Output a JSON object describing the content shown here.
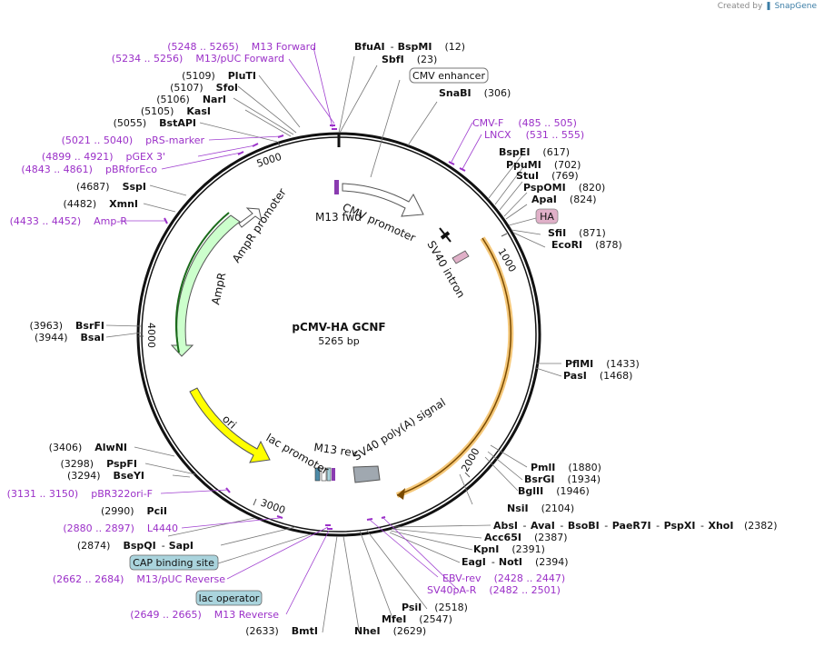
{
  "credit": {
    "prefix": "Created by",
    "brand": "SnapGene"
  },
  "plasmid": {
    "name": "pCMV-HA GCNF",
    "size": "5265 bp",
    "length": 5265
  },
  "scale_ticks": [
    "1000",
    "2000",
    "3000",
    "4000",
    "5000"
  ],
  "features": {
    "cmv_enhancer": "CMV enhancer",
    "cmv_promoter": "CMV promoter",
    "m13_fwd": "M13 fwd",
    "sv40_intron": "SV40 intron",
    "ha": "HA",
    "ampr_promoter": "AmpR promoter",
    "ampr": "AmpR",
    "ori": "ori",
    "lac_promoter": "lac promoter",
    "m13_rev": "M13 rev",
    "sv40_polya": "SV40 poly(A) signal",
    "cap_binding_site": "CAP binding site",
    "lac_operator": "lac operator"
  },
  "colors": {
    "backbone": "#111111",
    "primer": "#9b30c8",
    "ampr": "#ccffcc",
    "ori": "#ffff00",
    "orf": "#f5c87a",
    "ha": "#e0b0c8",
    "cap": "#aad4dd"
  },
  "labels": {
    "bfuai": {
      "name": "BfuAI",
      "sep": "-",
      "name2": "BspMI",
      "pos": "(12)"
    },
    "sbfi": {
      "name": "SbfI",
      "pos": "(23)"
    },
    "snabi": {
      "name": "SnaBI",
      "pos": "(306)"
    },
    "cmvf": {
      "name": "CMV-F",
      "pos": "(485 .. 505)"
    },
    "lncx": {
      "name": "LNCX",
      "pos": "(531 .. 555)"
    },
    "bspei": {
      "name": "BspEI",
      "pos": "(617)"
    },
    "ppumi": {
      "name": "PpuMI",
      "pos": "(702)"
    },
    "stui": {
      "name": "StuI",
      "pos": "(769)"
    },
    "pspomi": {
      "name": "PspOMI",
      "pos": "(820)"
    },
    "apai": {
      "name": "ApaI",
      "pos": "(824)"
    },
    "sfii": {
      "name": "SfiI",
      "pos": "(871)"
    },
    "ecori": {
      "name": "EcoRI",
      "pos": "(878)"
    },
    "pflmi": {
      "name": "PflMI",
      "pos": "(1433)"
    },
    "pasi": {
      "name": "PasI",
      "pos": "(1468)"
    },
    "pmli": {
      "name": "PmlI",
      "pos": "(1880)"
    },
    "bsrgi": {
      "name": "BsrGI",
      "pos": "(1934)"
    },
    "bglii": {
      "name": "BglII",
      "pos": "(1946)"
    },
    "nsii": {
      "name": "NsiI",
      "pos": "(2104)"
    },
    "absi": {
      "name": "AbsI",
      "sep": "-",
      "n2": "AvaI",
      "n3": "BsoBI",
      "n4": "PaeR7I",
      "n5": "PspXI",
      "n6": "XhoI",
      "pos": "(2382)"
    },
    "acc65i": {
      "name": "Acc65I",
      "pos": "(2387)"
    },
    "kpni": {
      "name": "KpnI",
      "pos": "(2391)"
    },
    "eagi": {
      "name": "EagI",
      "sep": "-",
      "name2": "NotI",
      "pos": "(2394)"
    },
    "ebvrev": {
      "name": "EBV-rev",
      "pos": "(2428 .. 2447)"
    },
    "sv40par": {
      "name": "SV40pA-R",
      "pos": "(2482 .. 2501)"
    },
    "psii": {
      "name": "PsiI",
      "pos": "(2518)"
    },
    "mfei": {
      "name": "MfeI",
      "pos": "(2547)"
    },
    "nhei": {
      "name": "NheI",
      "pos": "(2629)"
    },
    "bmti": {
      "name": "BmtI",
      "pos": "(2633)"
    },
    "m13reverse": {
      "name": "M13 Reverse",
      "pos": "(2649 .. 2665)"
    },
    "m13pucrev": {
      "name": "M13/pUC Reverse",
      "pos": "(2662 .. 2684)"
    },
    "bspqi": {
      "name": "BspQI",
      "sep": "-",
      "name2": "SapI",
      "pos": "(2874)"
    },
    "l4440": {
      "name": "L4440",
      "pos": "(2880 .. 2897)"
    },
    "pcii": {
      "name": "PciI",
      "pos": "(2990)"
    },
    "pbr322ori": {
      "name": "pBR322ori-F",
      "pos": "(3131 .. 3150)"
    },
    "bseyi": {
      "name": "BseYI",
      "pos": "(3294)"
    },
    "pspfi": {
      "name": "PspFI",
      "pos": "(3298)"
    },
    "alwni": {
      "name": "AlwNI",
      "pos": "(3406)"
    },
    "bsai": {
      "name": "BsaI",
      "pos": "(3944)"
    },
    "bsrfi": {
      "name": "BsrFI",
      "pos": "(3963)"
    },
    "ampr_primer": {
      "name": "Amp-R",
      "pos": "(4433 .. 4452)"
    },
    "xmni": {
      "name": "XmnI",
      "pos": "(4482)"
    },
    "sspi": {
      "name": "SspI",
      "pos": "(4687)"
    },
    "pbrforeco": {
      "name": "pBRforEco",
      "pos": "(4843 .. 4861)"
    },
    "pgex3": {
      "name": "pGEX 3'",
      "pos": "(4899 .. 4921)"
    },
    "prsmarker": {
      "name": "pRS-marker",
      "pos": "(5021 .. 5040)"
    },
    "bstapi": {
      "name": "BstAPI",
      "pos": "(5055)"
    },
    "kasi": {
      "name": "KasI",
      "pos": "(5105)"
    },
    "nari": {
      "name": "NarI",
      "pos": "(5106)"
    },
    "sfoi": {
      "name": "SfoI",
      "pos": "(5107)"
    },
    "pluti": {
      "name": "PluTI",
      "pos": "(5109)"
    },
    "m13pucfwd": {
      "name": "M13/pUC Forward",
      "pos": "(5234 .. 5256)"
    },
    "m13forward": {
      "name": "M13 Forward",
      "pos": "(5248 .. 5265)"
    }
  }
}
